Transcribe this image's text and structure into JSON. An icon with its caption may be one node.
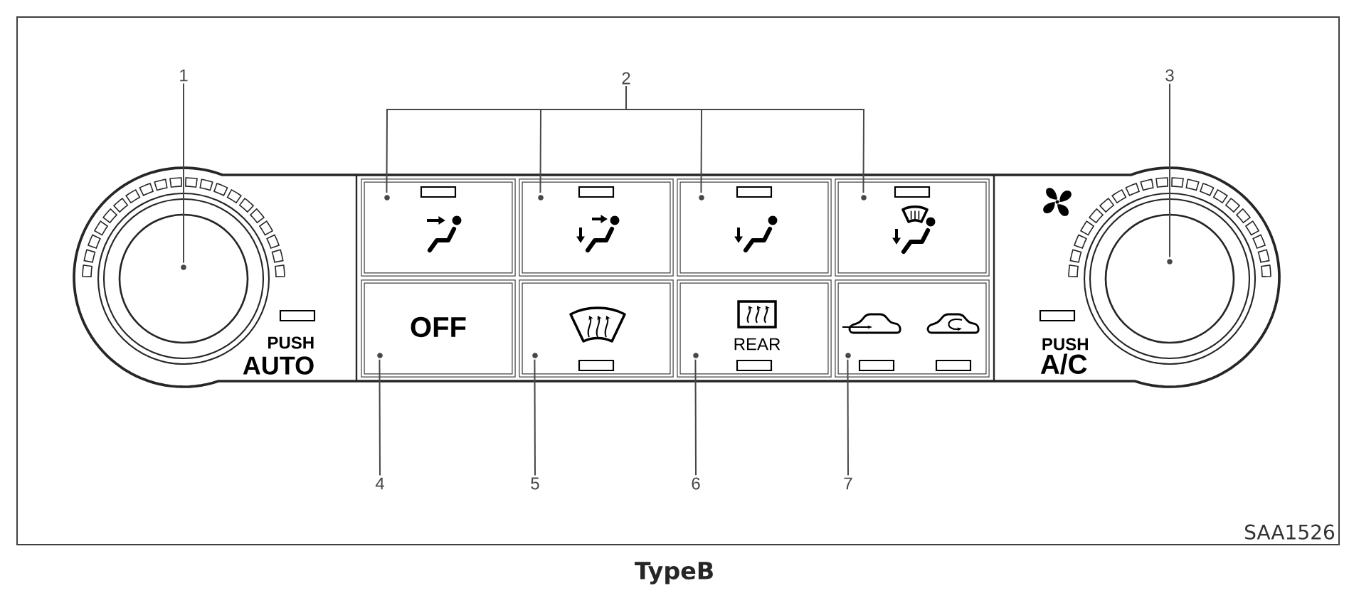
{
  "diagram": {
    "caption": "TypeB",
    "nodes": [
      {
        "text": [
          "1"
        ]
      },
      {
        "text": [],
        "shape": "circle",
        "beside": [
          "PUSH",
          "AUTO"
        ]
      },
      {
        "text": [
          "2"
        ]
      },
      {
        "text": [],
        "shape": "box"
      },
      {
        "text": [],
        "shape": "box"
      },
      {
        "text": [],
        "shape": "box"
      },
      {
        "text": [],
        "shape": "box"
      },
      {
        "text": [
          "3"
        ]
      },
      {
        "text": [],
        "shape": "circle",
        "beside": [
          "PUSH",
          "A/C"
        ]
      },
      {
        "text": [
          "4"
        ]
      },
      {
        "text": [
          "OFF"
        ]
      },
      {
        "text": [
          "5"
        ]
      },
      {
        "text": [],
        "shape": "box"
      },
      {
        "text": [
          "6"
        ]
      },
      {
        "text": [
          "REAR"
        ]
      },
      {
        "text": [
          "7"
        ]
      },
      {
        "text": [],
        "shape": "box"
      }
    ],
    "edges": [
      {
        "from": 0,
        "to": 1,
        "arrow": "none"
      },
      {
        "from": 2,
        "to": 3,
        "arrow": "none"
      },
      {
        "from": 2,
        "to": 4,
        "arrow": "none"
      },
      {
        "from": 2,
        "to": 5,
        "arrow": "none"
      },
      {
        "from": 2,
        "to": 6,
        "arrow": "none"
      },
      {
        "from": 7,
        "to": 8,
        "arrow": "none"
      },
      {
        "from": 9,
        "to": 10,
        "arrow": "none"
      },
      {
        "from": 11,
        "to": 12,
        "arrow": "none"
      },
      {
        "from": 13,
        "to": 14,
        "arrow": "none"
      },
      {
        "from": 15,
        "to": 16,
        "arrow": "none"
      }
    ],
    "labels": [
      "SAA1526"
    ]
  }
}
